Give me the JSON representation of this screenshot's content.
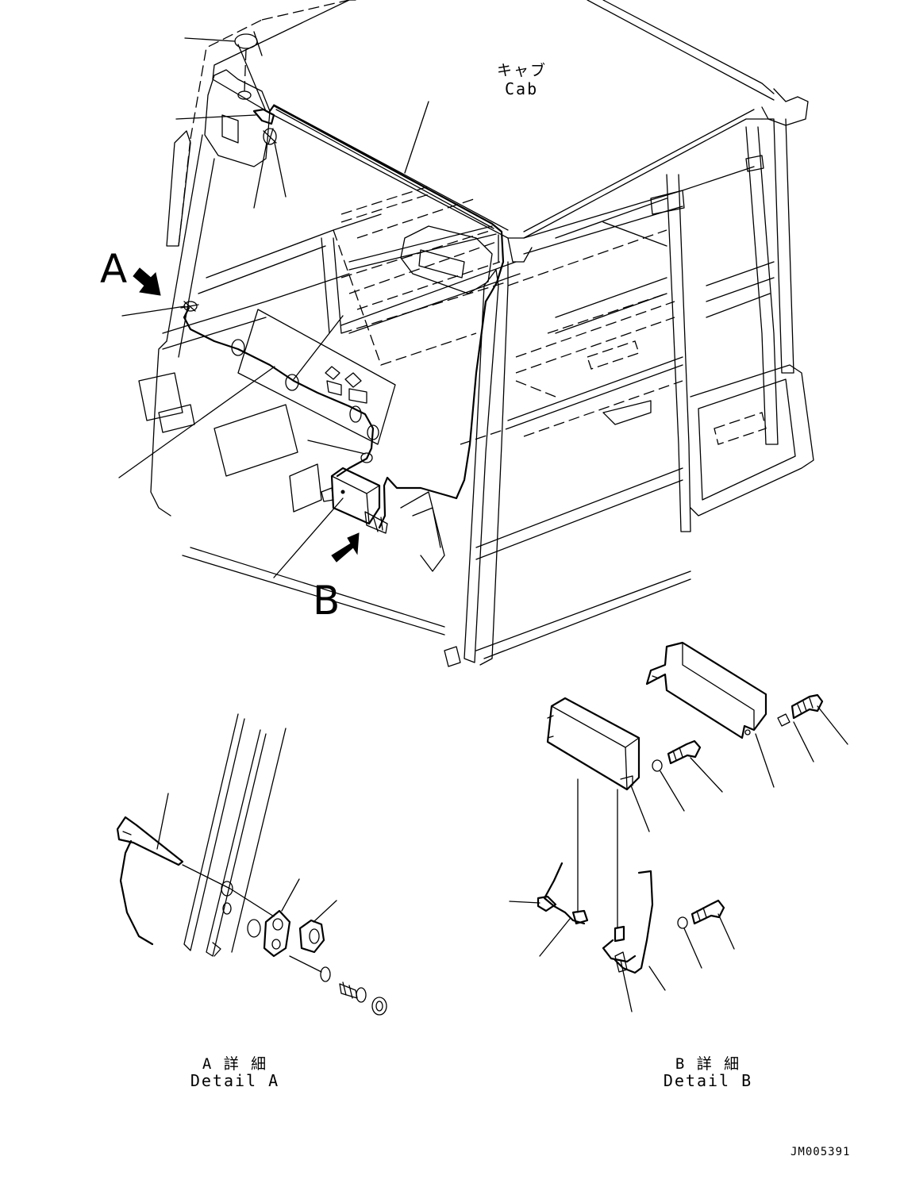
{
  "labels": {
    "cab_jp": "キャブ",
    "cab_en": "Cab",
    "arrow_a": "A",
    "arrow_b": "B",
    "detail_a_jp": "A 詳 細",
    "detail_a_en": "Detail A",
    "detail_b_jp": "B 詳 細",
    "detail_b_en": "Detail B",
    "drawing_id": "JM005391"
  }
}
